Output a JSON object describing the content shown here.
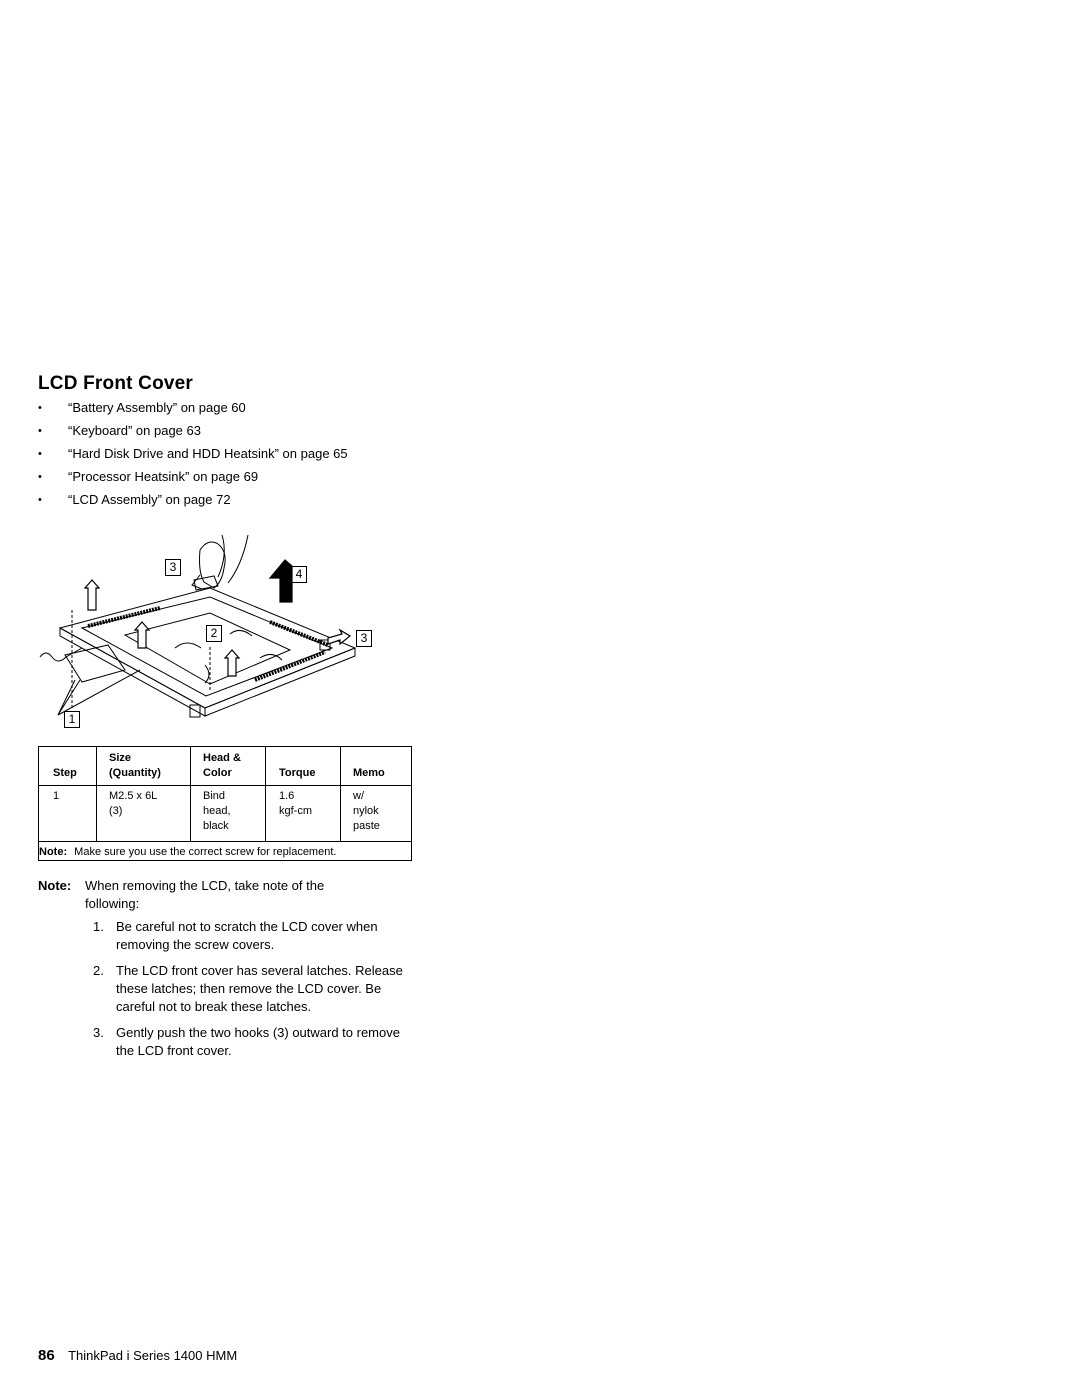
{
  "section_title": "LCD Front Cover",
  "prerequisites": [
    "“Battery Assembly” on page  60",
    "“Keyboard” on page  63",
    "“Hard Disk Drive and HDD Heatsink” on page  65",
    "“Processor Heatsink” on page  69",
    "“LCD Assembly” on page  72"
  ],
  "bullet_glyph": "•",
  "diagram": {
    "callouts": [
      "3",
      "4",
      "2",
      "3",
      "1"
    ]
  },
  "screw_table": {
    "headers": {
      "step": "Step",
      "size_line1": "Size",
      "size_line2": "(Quantity)",
      "head_line1": "Head &",
      "head_line2": "Color",
      "torque": "Torque",
      "memo": "Memo"
    },
    "row": {
      "step": "1",
      "size": [
        "M2.5 x 6L",
        "(3)"
      ],
      "head": [
        "Bind",
        "head,",
        "black"
      ],
      "torque": [
        "1.6",
        "kgf-cm"
      ],
      "memo": [
        "w/",
        "nylok",
        "paste"
      ]
    },
    "note_label": "Note:",
    "note_text": "Make sure you use the correct screw for replacement."
  },
  "main_note": {
    "label": "Note:",
    "text": "When removing the LCD, take note of the following:"
  },
  "steps": [
    {
      "num": "1.",
      "text": "Be careful not to scratch the LCD cover when removing the screw covers."
    },
    {
      "num": "2.",
      "text": "The LCD front cover has several latches. Release these latches; then remove the LCD cover. Be careful not to break these latches."
    },
    {
      "num": "3.",
      "text": "Gently push the two hooks (3) outward to remove the LCD front cover."
    }
  ],
  "footer": {
    "page_number": "86",
    "book_title": "ThinkPad i Series 1400 HMM"
  }
}
